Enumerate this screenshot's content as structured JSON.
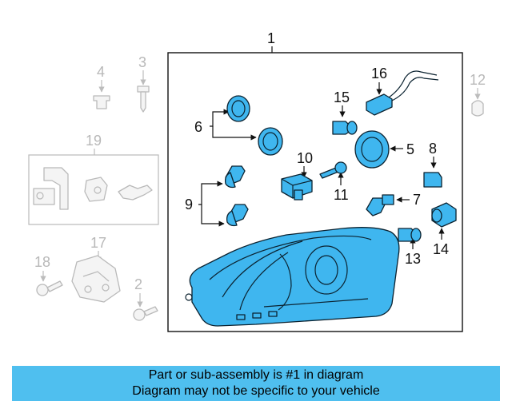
{
  "callouts": {
    "c1": "1",
    "c2": "2",
    "c3": "3",
    "c4": "4",
    "c5": "5",
    "c6": "6",
    "c7": "7",
    "c8": "8",
    "c9": "9",
    "c10": "10",
    "c11": "11",
    "c12": "12",
    "c13": "13",
    "c14": "14",
    "c15": "15",
    "c16": "16",
    "c17": "17",
    "c18": "18",
    "c19": "19"
  },
  "highlighted_part": "1",
  "colors": {
    "highlight": "#3fb6ef",
    "banner": "#4fbfef",
    "faded": "#b9b9b9"
  },
  "banner": {
    "line1": "Part or sub-assembly is #1 in diagram",
    "line2": "Diagram may not be specific to your vehicle"
  }
}
